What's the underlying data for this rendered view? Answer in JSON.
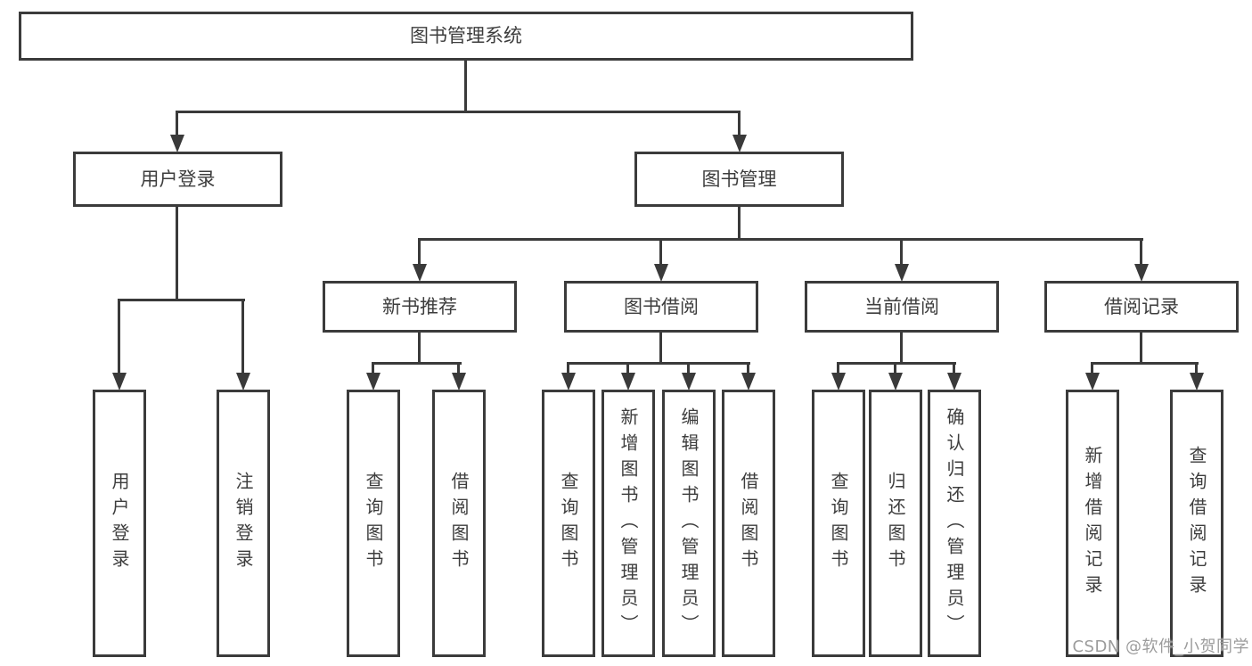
{
  "tree": {
    "root": "图书管理系统",
    "children": [
      {
        "label": "用户登录",
        "children": [
          "用户登录",
          "注销登录"
        ]
      },
      {
        "label": "图书管理",
        "children": [
          {
            "label": "新书推荐",
            "children": [
              "查询图书",
              "借阅图书"
            ]
          },
          {
            "label": "图书借阅",
            "children": [
              "查询图书",
              "新增图书（管理员）",
              "编辑图书（管理员）",
              "借阅图书"
            ]
          },
          {
            "label": "当前借阅",
            "children": [
              "查询图书",
              "归还图书",
              "确认归还（管理员）"
            ]
          },
          {
            "label": "借阅记录",
            "children": [
              "新增借阅记录",
              "查询借阅记录"
            ]
          }
        ]
      }
    ]
  },
  "watermark": "CSDN @软件_小贺同学",
  "colors": {
    "background": "#ffffff",
    "line": "#3a3a3a",
    "border": "#3b3b3b",
    "text": "#3d3d3d",
    "watermark_text": "#9c9c9c"
  }
}
